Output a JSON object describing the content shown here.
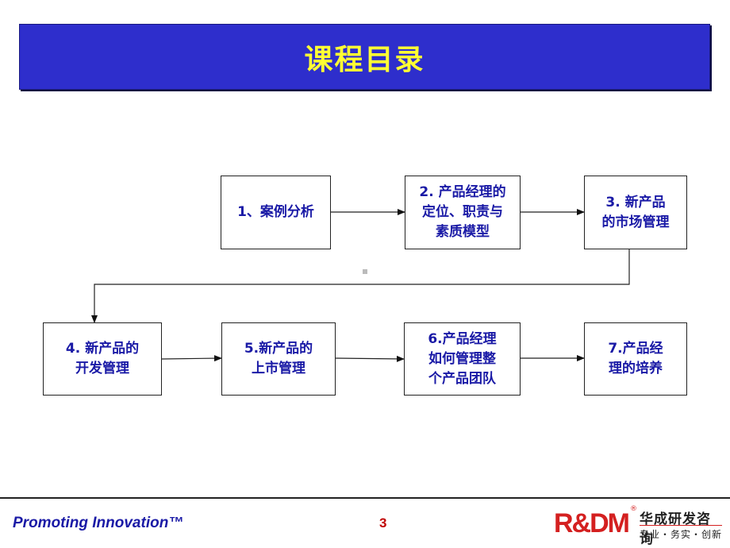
{
  "header": {
    "title": "课程目录"
  },
  "nodes": [
    {
      "id": "n1",
      "label": "1、案例分析"
    },
    {
      "id": "n2",
      "label": "2. 产品经理的\n定位、职责与\n素质模型"
    },
    {
      "id": "n3",
      "label": "3. 新产品\n的市场管理"
    },
    {
      "id": "n4",
      "label": "4. 新产品的\n开发管理"
    },
    {
      "id": "n5",
      "label": "5.新产品的\n上市管理"
    },
    {
      "id": "n6",
      "label": "6.产品经理\n如何管理整\n个产品团队"
    },
    {
      "id": "n7",
      "label": "7.产品经\n理的培养"
    }
  ],
  "edges": [
    {
      "from": "n1",
      "to": "n2"
    },
    {
      "from": "n2",
      "to": "n3"
    },
    {
      "from": "n3",
      "to": "n4"
    },
    {
      "from": "n4",
      "to": "n5"
    },
    {
      "from": "n5",
      "to": "n6"
    },
    {
      "from": "n6",
      "to": "n7"
    }
  ],
  "footer": {
    "tagline": "Promoting Innovation™",
    "page_number": "3",
    "logo": {
      "mark": "R&DM",
      "registered": "®",
      "name": "华成研发咨询",
      "slogan": "专业・务实・创新"
    }
  },
  "colors": {
    "title_bg": "#2e2ecc",
    "title_text": "#ffff33",
    "node_text": "#1a1aa6",
    "tagline": "#1a1aa6",
    "page_number": "#c00000",
    "logo_red": "#d42020"
  }
}
